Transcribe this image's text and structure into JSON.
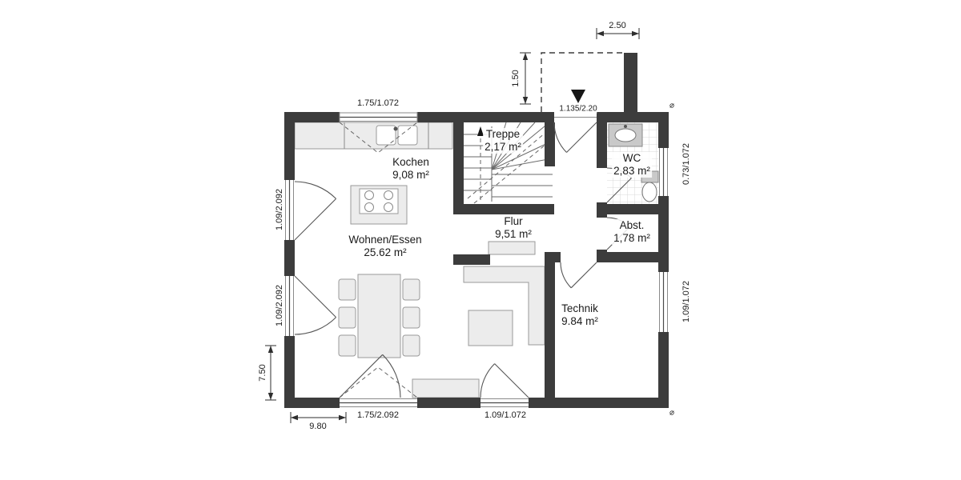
{
  "plan": {
    "rooms": {
      "kochen": {
        "name": "Kochen",
        "area": "9,08 m²"
      },
      "treppe": {
        "name": "Treppe",
        "area": "2,17 m²"
      },
      "wc": {
        "name": "WC",
        "area": "2,83 m²"
      },
      "abst": {
        "name": "Abst.",
        "area": "1,78 m²"
      },
      "flur": {
        "name": "Flur",
        "area": "9,51 m²"
      },
      "wohnen": {
        "name": "Wohnen/Essen",
        "area": "25.62 m²"
      },
      "technik": {
        "name": "Technik",
        "area": "9.84 m²"
      }
    },
    "dimensions": {
      "top_window": "1.75/1.072",
      "entrance_door": "1.135/2.20",
      "porch_width": "2.50",
      "porch_depth": "1.50",
      "right_upper_window": "0.73/1.072",
      "left_upper_window": "1.09/2.092",
      "left_lower_window": "1.09/2.092",
      "right_lower_window": "1.09/1.072",
      "total_height": "7.50",
      "total_width": "9.80",
      "bottom_door": "1.75/2.092",
      "bottom_window": "1.09/1.072"
    },
    "markers": {
      "section_top": "⌀",
      "section_bottom": "⌀"
    },
    "colors": {
      "wall": "#3c3c3c",
      "furniture": "#ececec"
    }
  }
}
